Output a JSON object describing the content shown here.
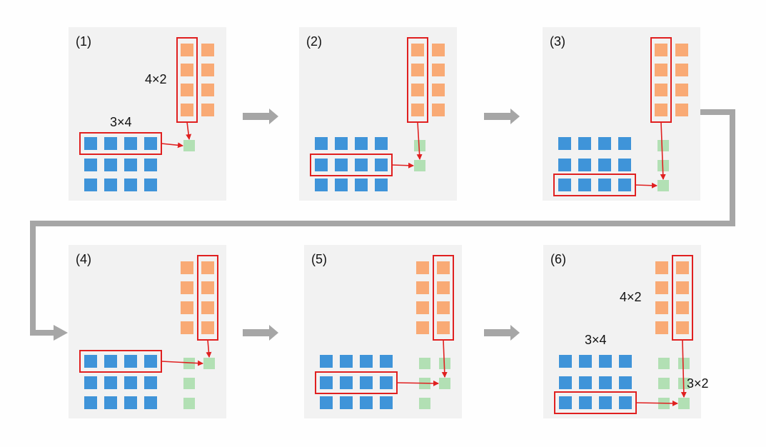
{
  "panels": [
    {
      "label": "(1)",
      "matrix_a_label": "3×4",
      "matrix_b_label": "4×2",
      "result_label": ""
    },
    {
      "label": "(2)",
      "matrix_a_label": "",
      "matrix_b_label": "",
      "result_label": ""
    },
    {
      "label": "(3)",
      "matrix_a_label": "",
      "matrix_b_label": "",
      "result_label": ""
    },
    {
      "label": "(4)",
      "matrix_a_label": "",
      "matrix_b_label": "",
      "result_label": ""
    },
    {
      "label": "(5)",
      "matrix_a_label": "",
      "matrix_b_label": "",
      "result_label": ""
    },
    {
      "label": "(6)",
      "matrix_a_label": "3×4",
      "matrix_b_label": "4×2",
      "result_label": "3×2"
    }
  ],
  "steps": [
    {
      "row": 0,
      "col": 0
    },
    {
      "row": 1,
      "col": 0
    },
    {
      "row": 2,
      "col": 0
    },
    {
      "row": 0,
      "col": 1
    },
    {
      "row": 1,
      "col": 1
    },
    {
      "row": 2,
      "col": 1
    }
  ],
  "colors": {
    "panel_bg": "#f2f2f2",
    "matrix_a": "#3f94d9",
    "matrix_b": "#f9aa75",
    "result": "#b2e0b4",
    "highlight": "#e02020",
    "flow_arrow": "#a6a6a6"
  }
}
